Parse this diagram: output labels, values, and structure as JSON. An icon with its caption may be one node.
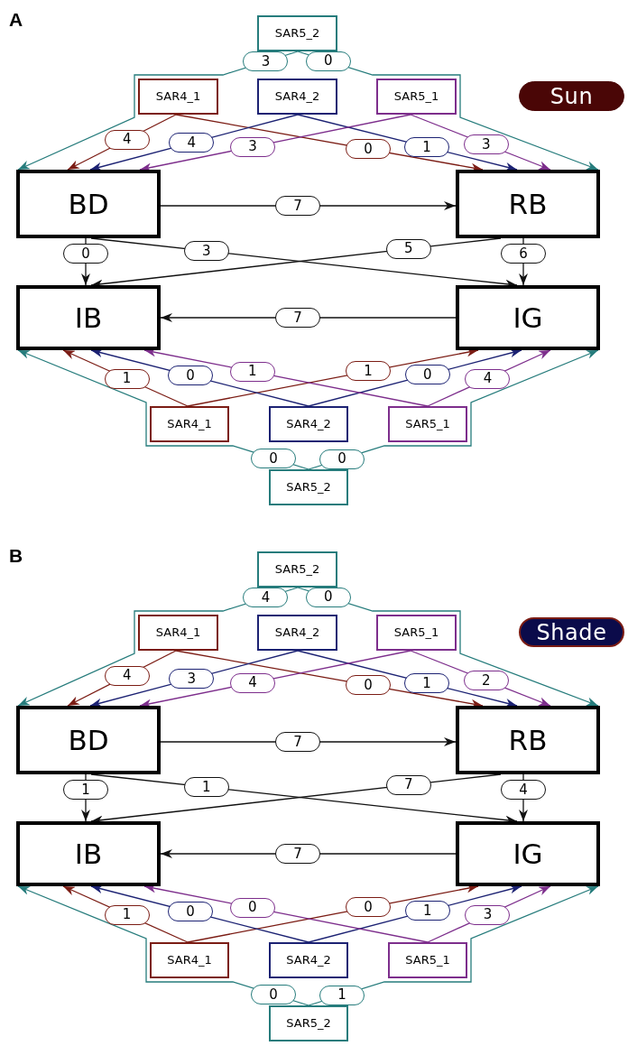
{
  "diagram": {
    "nodes": [
      {
        "text": [
          "SAR5_2"
        ]
      },
      {
        "text": [
          "SAR4_1"
        ]
      },
      {
        "text": [
          "SAR4_2"
        ]
      },
      {
        "text": [
          "SAR5_1"
        ]
      },
      {
        "text": [
          "Sun"
        ]
      },
      {
        "text": [
          "BD"
        ]
      },
      {
        "text": [
          "RB"
        ]
      },
      {
        "text": [
          "IB"
        ]
      },
      {
        "text": [
          "IG"
        ]
      },
      {
        "text": [
          "SAR4_1"
        ]
      },
      {
        "text": [
          "SAR4_2"
        ]
      },
      {
        "text": [
          "SAR5_1"
        ]
      },
      {
        "text": [
          "SAR5_2"
        ]
      },
      {
        "text": [
          "SAR5_2"
        ]
      },
      {
        "text": [
          "SAR4_1"
        ]
      },
      {
        "text": [
          "SAR4_2"
        ]
      },
      {
        "text": [
          "SAR5_1"
        ]
      },
      {
        "text": [
          "Shade"
        ]
      },
      {
        "text": [
          "BD"
        ]
      },
      {
        "text": [
          "RB"
        ]
      },
      {
        "text": [
          "IB"
        ]
      },
      {
        "text": [
          "IG"
        ]
      },
      {
        "text": [
          "SAR4_1"
        ]
      },
      {
        "text": [
          "SAR4_2"
        ]
      },
      {
        "text": [
          "SAR5_1"
        ]
      },
      {
        "text": [
          "SAR5_2"
        ]
      }
    ],
    "edges": [
      {
        "from": 0,
        "to": 5,
        "arrow": "to",
        "label": "3",
        "color": "#267c7c"
      },
      {
        "from": 0,
        "to": 6,
        "arrow": "to",
        "label": "0",
        "color": "#267c7c"
      },
      {
        "from": 1,
        "to": 5,
        "arrow": "to",
        "label": "4",
        "color": "#7b1c14"
      },
      {
        "from": 1,
        "to": 6,
        "arrow": "to",
        "label": "0",
        "color": "#7b1c14"
      },
      {
        "from": 2,
        "to": 5,
        "arrow": "to",
        "label": "4",
        "color": "#1c2273"
      },
      {
        "from": 2,
        "to": 6,
        "arrow": "to",
        "label": "1",
        "color": "#1c2273"
      },
      {
        "from": 3,
        "to": 5,
        "arrow": "to",
        "label": "3",
        "color": "#7d2e8c"
      },
      {
        "from": 3,
        "to": 6,
        "arrow": "to",
        "label": "3",
        "color": "#7d2e8c"
      },
      {
        "from": 5,
        "to": 6,
        "arrow": "to",
        "label": "7"
      },
      {
        "from": 5,
        "to": 7,
        "arrow": "to",
        "label": "0"
      },
      {
        "from": 5,
        "to": 8,
        "arrow": "to",
        "label": "3"
      },
      {
        "from": 6,
        "to": 7,
        "arrow": "to",
        "label": "5"
      },
      {
        "from": 6,
        "to": 8,
        "arrow": "to",
        "label": "6"
      },
      {
        "from": 8,
        "to": 7,
        "arrow": "to",
        "label": "7"
      },
      {
        "from": 9,
        "to": 7,
        "arrow": "to",
        "label": "1",
        "color": "#7b1c14"
      },
      {
        "from": 9,
        "to": 8,
        "arrow": "to",
        "label": "1",
        "color": "#7b1c14"
      },
      {
        "from": 10,
        "to": 7,
        "arrow": "to",
        "label": "0",
        "color": "#1c2273"
      },
      {
        "from": 10,
        "to": 8,
        "arrow": "to",
        "label": "0",
        "color": "#1c2273"
      },
      {
        "from": 11,
        "to": 7,
        "arrow": "to",
        "label": "1",
        "color": "#7d2e8c"
      },
      {
        "from": 11,
        "to": 8,
        "arrow": "to",
        "label": "4",
        "color": "#7d2e8c"
      },
      {
        "from": 12,
        "to": 7,
        "arrow": "to",
        "label": "0",
        "color": "#267c7c"
      },
      {
        "from": 12,
        "to": 8,
        "arrow": "to",
        "label": "0",
        "color": "#267c7c"
      },
      {
        "from": 13,
        "to": 18,
        "arrow": "to",
        "label": "4",
        "color": "#267c7c"
      },
      {
        "from": 13,
        "to": 19,
        "arrow": "to",
        "label": "0",
        "color": "#267c7c"
      },
      {
        "from": 14,
        "to": 18,
        "arrow": "to",
        "label": "4",
        "color": "#7b1c14"
      },
      {
        "from": 14,
        "to": 19,
        "arrow": "to",
        "label": "0",
        "color": "#7b1c14"
      },
      {
        "from": 15,
        "to": 18,
        "arrow": "to",
        "label": "3",
        "color": "#1c2273"
      },
      {
        "from": 15,
        "to": 19,
        "arrow": "to",
        "label": "1",
        "color": "#1c2273"
      },
      {
        "from": 16,
        "to": 18,
        "arrow": "to",
        "label": "4",
        "color": "#7d2e8c"
      },
      {
        "from": 16,
        "to": 19,
        "arrow": "to",
        "label": "2",
        "color": "#7d2e8c"
      },
      {
        "from": 18,
        "to": 19,
        "arrow": "to",
        "label": "7"
      },
      {
        "from": 18,
        "to": 20,
        "arrow": "to",
        "label": "1"
      },
      {
        "from": 18,
        "to": 21,
        "arrow": "to",
        "label": "1"
      },
      {
        "from": 19,
        "to": 20,
        "arrow": "to",
        "label": "7"
      },
      {
        "from": 19,
        "to": 21,
        "arrow": "to",
        "label": "4"
      },
      {
        "from": 21,
        "to": 20,
        "arrow": "to",
        "label": "7"
      },
      {
        "from": 22,
        "to": 20,
        "arrow": "to",
        "label": "1",
        "color": "#7b1c14"
      },
      {
        "from": 22,
        "to": 21,
        "arrow": "to",
        "label": "0",
        "color": "#7b1c14"
      },
      {
        "from": 23,
        "to": 20,
        "arrow": "to",
        "label": "0",
        "color": "#1c2273"
      },
      {
        "from": 23,
        "to": 21,
        "arrow": "to",
        "label": "1",
        "color": "#1c2273"
      },
      {
        "from": 24,
        "to": 20,
        "arrow": "to",
        "label": "0",
        "color": "#7d2e8c"
      },
      {
        "from": 24,
        "to": 21,
        "arrow": "to",
        "label": "3",
        "color": "#7d2e8c"
      },
      {
        "from": 25,
        "to": 20,
        "arrow": "to",
        "label": "0",
        "color": "#267c7c"
      },
      {
        "from": 25,
        "to": 21,
        "arrow": "to",
        "label": "1",
        "color": "#267c7c"
      }
    ],
    "labels": [
      "A",
      "B"
    ]
  }
}
